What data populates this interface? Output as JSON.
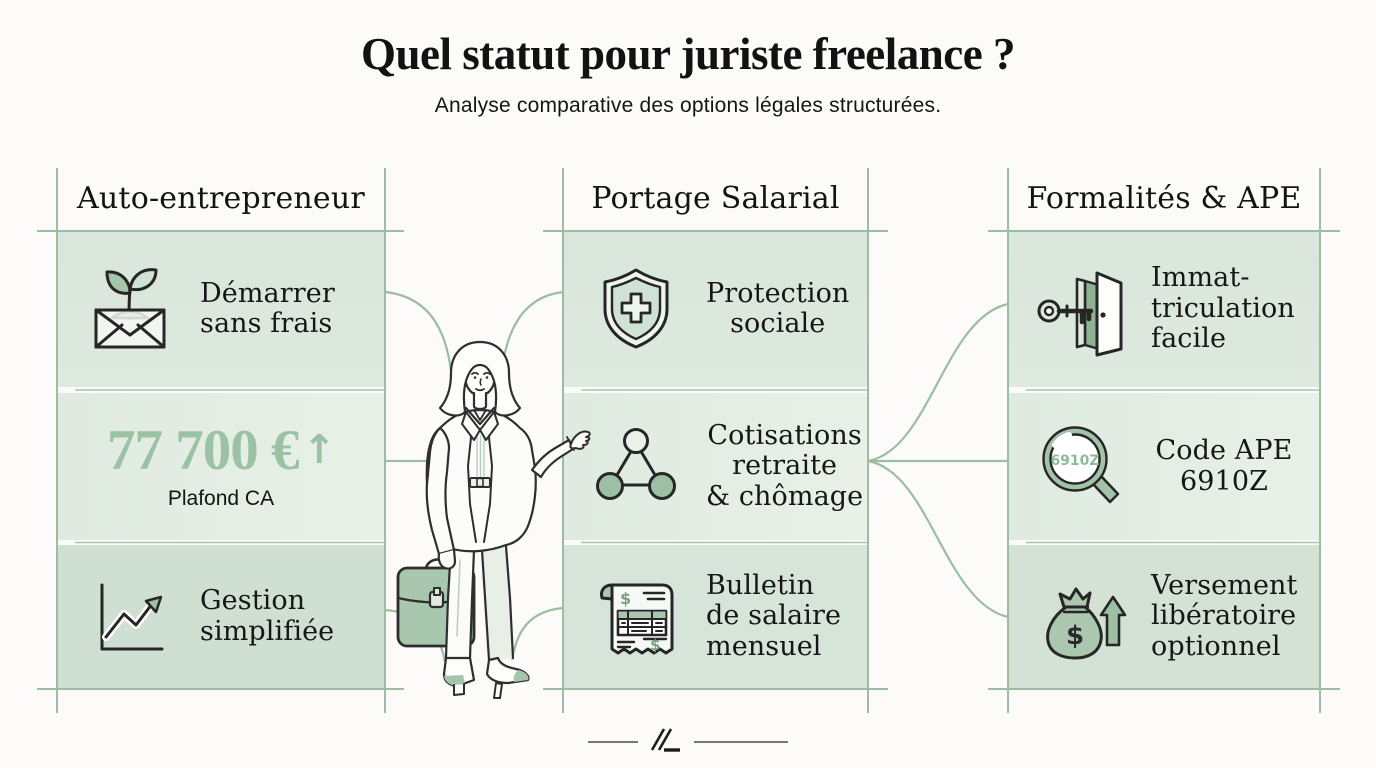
{
  "meta": {
    "background": "#fcfbf9",
    "frame_line_green": "#9cbda2",
    "card_tints": [
      "#dae6db",
      "#e3eee4",
      "#cfdfd2"
    ],
    "number_green": "#9cc2a5",
    "icon_green": "#a3c3a9",
    "ink": "#1b1b1b"
  },
  "header": {
    "title": "Quel statut pour juriste freelance ?",
    "subtitle": "Analyse comparative des options légales structurées."
  },
  "columns": [
    {
      "title": "Auto-entrepreneur",
      "cards": [
        {
          "icon": "envelope-sprout-icon",
          "lines": [
            "Démarrer",
            "sans frais"
          ]
        },
        {
          "stat": {
            "value": "77 700 €",
            "arrow": "↑",
            "label": "Plafond CA"
          }
        },
        {
          "icon": "growth-chart-icon",
          "lines": [
            "Gestion",
            "simplifiée"
          ]
        }
      ]
    },
    {
      "title": "Portage Salarial",
      "cards": [
        {
          "icon": "shield-cross-icon",
          "lines": [
            "Protection",
            "sociale"
          ]
        },
        {
          "icon": "network-triangle-icon",
          "lines": [
            "Cotisations",
            "retraite",
            "& chômage"
          ]
        },
        {
          "icon": "payslip-icon",
          "lines": [
            "Bulletin",
            "de salaire",
            "mensuel"
          ]
        }
      ]
    },
    {
      "title": "Formalités & APE",
      "cards": [
        {
          "icon": "key-door-icon",
          "lines": [
            "Immat-",
            "triculation",
            "facile"
          ]
        },
        {
          "icon": "magnifier-icon",
          "icon_text": "6910Z",
          "lines": [
            "Code APE",
            "6910Z"
          ]
        },
        {
          "icon": "money-bag-icon",
          "lines": [
            "Versement",
            "libératoire",
            "optionnel"
          ]
        }
      ]
    }
  ],
  "icon_glyphs": {
    "currency": "$"
  },
  "illustration": "businesswoman-with-briefcase"
}
